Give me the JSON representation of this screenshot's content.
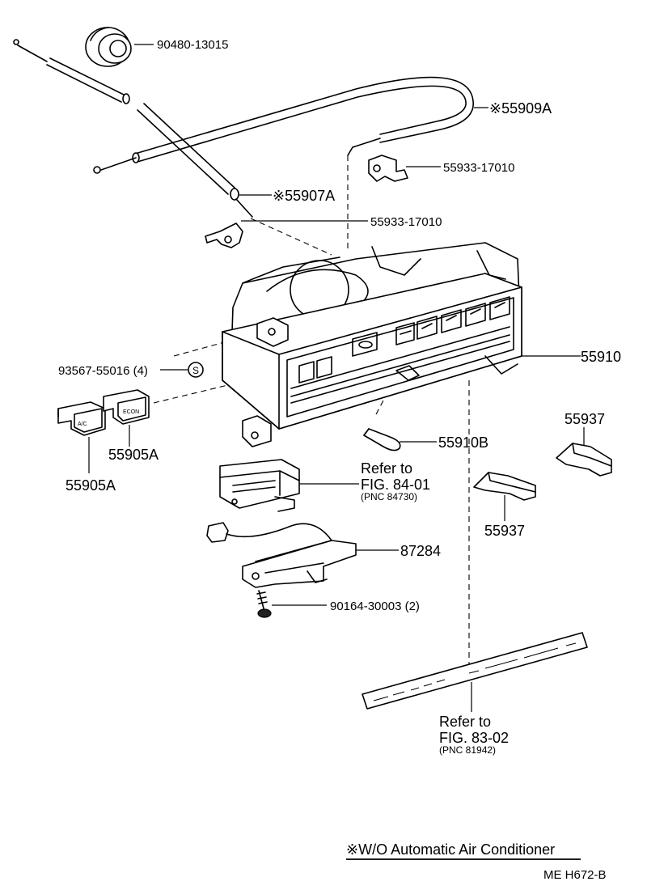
{
  "labels": {
    "p90480": "90480-13015",
    "p55909a": "※55909A",
    "p55933a": "55933-17010",
    "p55907a": "※55907A",
    "p55933b": "55933-17010",
    "p93567": "93567-55016 (4)",
    "p55910": "55910",
    "p55905a_1": "55905A",
    "p55905a_2": "55905A",
    "p55910b": "55910B",
    "p55937_1": "55937",
    "p55937_2": "55937",
    "p87284": "87284",
    "p90164": "90164-30003 (2)",
    "ref1_line1": "Refer to",
    "ref1_line2": "FIG. 84-01",
    "ref1_line3": "(PNC 84730)",
    "ref2_line1": "Refer to",
    "ref2_line2": "FIG. 83-02",
    "ref2_line3": "(PNC 81942)",
    "s_symbol": "S",
    "btn_ac": "A/C",
    "btn_econ": "ECON"
  },
  "footnote": "※W/O Automatic Air Conditioner",
  "code": "ME  H672-B"
}
